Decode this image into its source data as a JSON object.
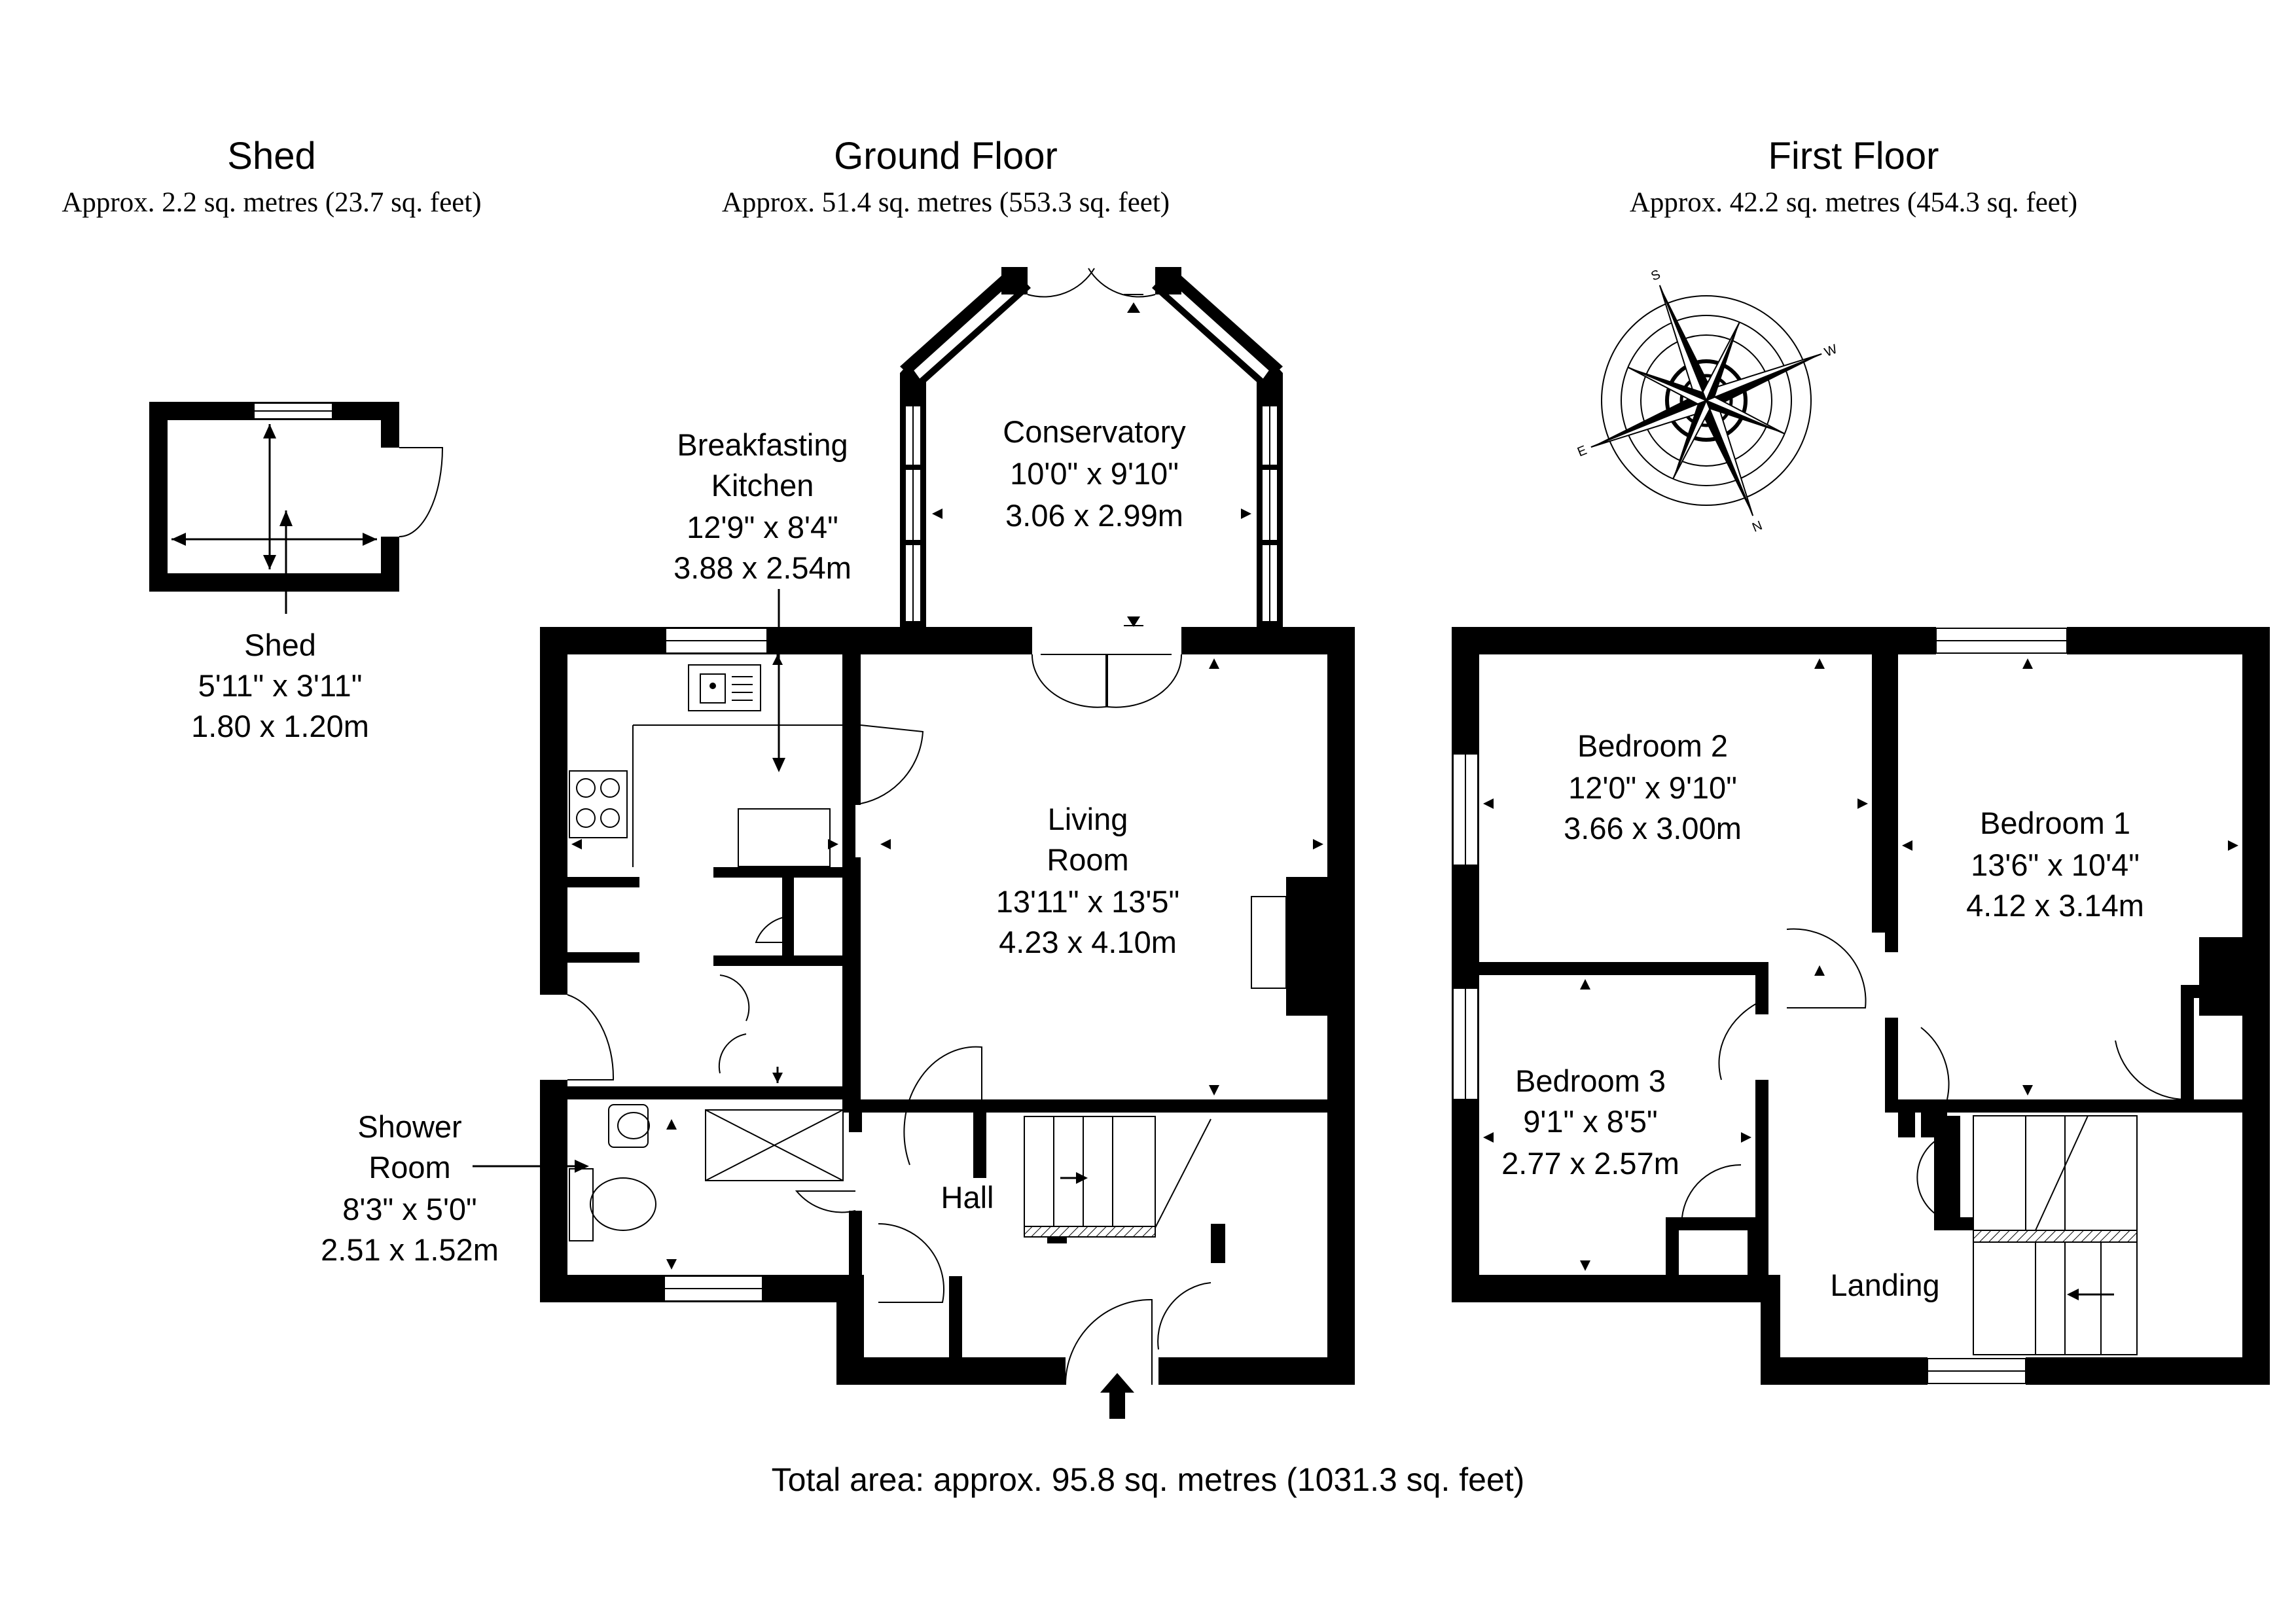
{
  "sections": {
    "shed": {
      "title": "Shed",
      "area": "Approx. 2.2 sq. metres (23.7 sq. feet)"
    },
    "ground": {
      "title": "Ground Floor",
      "area": "Approx. 51.4 sq. metres (553.3 sq. feet)"
    },
    "first": {
      "title": "First Floor",
      "area": "Approx. 42.2 sq. metres (454.3 sq. feet)"
    }
  },
  "rooms": {
    "shed": {
      "name": "Shed",
      "imperial": "5'11\" x 3'11\"",
      "metric": "1.80 x 1.20m"
    },
    "kitchen": {
      "name1": "Breakfasting",
      "name2": "Kitchen",
      "imperial": "12'9\" x 8'4\"",
      "metric": "3.88 x 2.54m"
    },
    "conservatory": {
      "name": "Conservatory",
      "imperial": "10'0\" x 9'10\"",
      "metric": "3.06 x 2.99m"
    },
    "living": {
      "name1": "Living",
      "name2": "Room",
      "imperial": "13'11\" x 13'5\"",
      "metric": "4.23 x 4.10m"
    },
    "shower": {
      "name1": "Shower",
      "name2": "Room",
      "imperial": "8'3\" x 5'0\"",
      "metric": "2.51 x 1.52m"
    },
    "hall": {
      "name": "Hall"
    },
    "bedroom2": {
      "name": "Bedroom 2",
      "imperial": "12'0\" x 9'10\"",
      "metric": "3.66 x 3.00m"
    },
    "bedroom1": {
      "name": "Bedroom 1",
      "imperial": "13'6\" x 10'4\"",
      "metric": "4.12 x 3.14m"
    },
    "bedroom3": {
      "name": "Bedroom 3",
      "imperial": "9'1\" x 8'5\"",
      "metric": "2.77 x 2.57m"
    },
    "landing": {
      "name": "Landing"
    }
  },
  "compass": {
    "n": "N",
    "s": "S",
    "e": "E",
    "w": "W"
  },
  "total": "Total area: approx. 95.8 sq. metres (1031.3 sq. feet)"
}
